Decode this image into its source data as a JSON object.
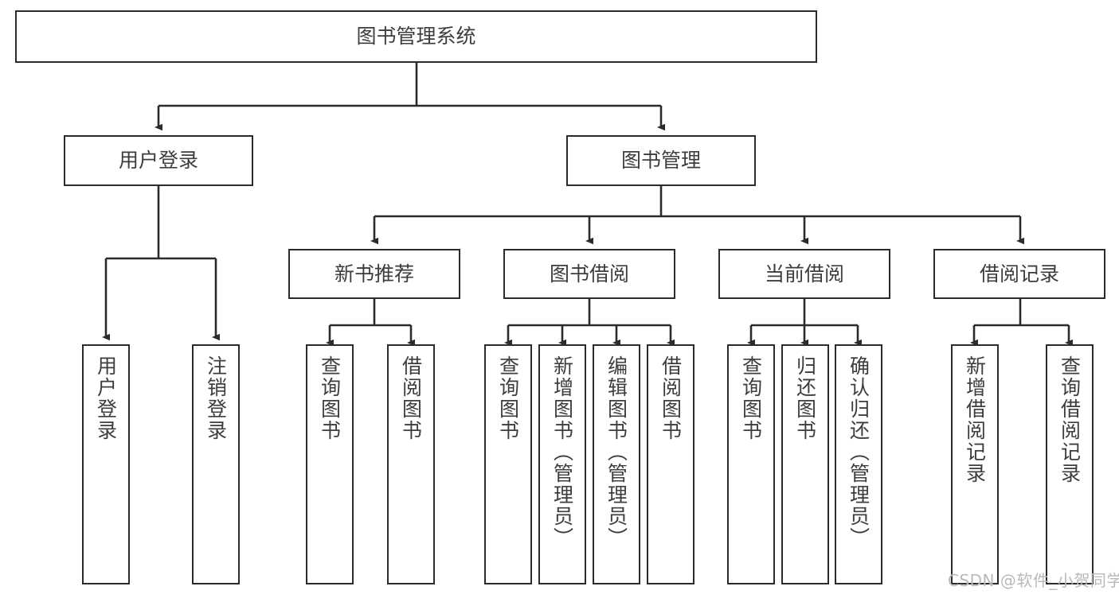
{
  "diagram": {
    "type": "tree-hierarchy-functional-decomposition",
    "title": "图书管理系统",
    "colors": {
      "stroke": "#2b2b2b",
      "text": "#3d3d3d",
      "background": "#ffffff",
      "watermark": "#b9b9b9"
    },
    "nodes": {
      "root": {
        "label": "图书管理系统"
      },
      "level2": [
        {
          "id": "user-login",
          "label": "用户登录"
        },
        {
          "id": "book-management",
          "label": "图书管理"
        }
      ],
      "level3": [
        {
          "id": "new-book-recommend",
          "label": "新书推荐"
        },
        {
          "id": "book-borrow",
          "label": "图书借阅"
        },
        {
          "id": "current-borrow",
          "label": "当前借阅"
        },
        {
          "id": "borrow-record",
          "label": "借阅记录"
        }
      ],
      "leaves": {
        "user-login": [
          {
            "id": "leaf-user-login",
            "label": "用户登录"
          },
          {
            "id": "leaf-logout-login",
            "label": "注销登录"
          }
        ],
        "new-book-recommend": [
          {
            "id": "leaf-query-book-1",
            "label": "查询图书"
          },
          {
            "id": "leaf-borrow-book-1",
            "label": "借阅图书"
          }
        ],
        "book-borrow": [
          {
            "id": "leaf-query-book-2",
            "label": "查询图书"
          },
          {
            "id": "leaf-add-book",
            "label": "新增图书（管理员）"
          },
          {
            "id": "leaf-edit-book",
            "label": "编辑图书（管理员）"
          },
          {
            "id": "leaf-borrow-book-2",
            "label": "借阅图书"
          }
        ],
        "current-borrow": [
          {
            "id": "leaf-query-book-3",
            "label": "查询图书"
          },
          {
            "id": "leaf-return-book",
            "label": "归还图书"
          },
          {
            "id": "leaf-confirm-return",
            "label": "确认归还（管理员）"
          }
        ],
        "borrow-record": [
          {
            "id": "leaf-add-record",
            "label": "新增借阅记录"
          },
          {
            "id": "leaf-query-record",
            "label": "查询借阅记录"
          }
        ]
      }
    },
    "watermark": "CSDN @软件_小贺同学"
  }
}
